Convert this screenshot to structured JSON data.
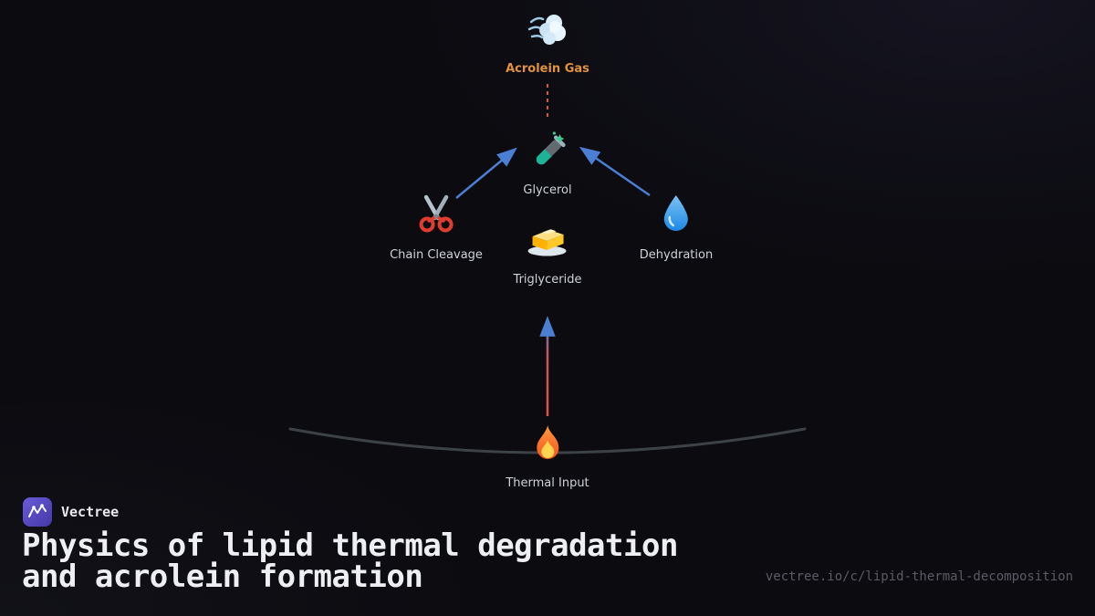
{
  "page": {
    "brand": "Vectree",
    "title_line1": "Physics of lipid thermal degradation",
    "title_line2": "and acrolein formation",
    "url": "vectree.io/c/lipid-thermal-decomposition"
  },
  "diagram": {
    "acrolein": {
      "label": "Acrolein Gas",
      "icon": "smoke-cloud-icon"
    },
    "glycerol": {
      "label": "Glycerol",
      "icon": "test-tube-icon"
    },
    "chain_cleavage": {
      "label": "Chain Cleavage",
      "icon": "scissors-icon"
    },
    "dehydration": {
      "label": "Dehydration",
      "icon": "water-droplet-icon"
    },
    "triglyceride": {
      "label": "Triglyceride",
      "icon": "butter-icon"
    },
    "thermal_input": {
      "label": "Thermal Input",
      "icon": "flame-icon"
    }
  },
  "colors": {
    "background": "#0b0b10",
    "accent_orange": "#e0923f",
    "arrow_blue": "#4a7fd4",
    "dashed_red": "#d4544a",
    "thermal_red": "#e2524a",
    "label_gray": "#ced3d8",
    "url_gray": "#5b5b65",
    "curve_gray": "#3d4247",
    "logo_purple": "#5b4ec9"
  }
}
